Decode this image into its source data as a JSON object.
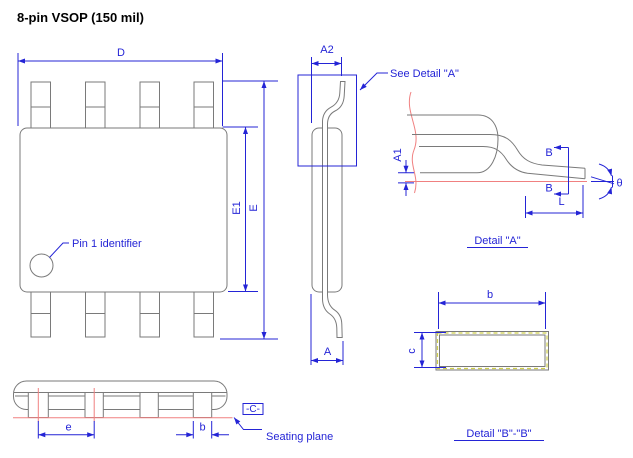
{
  "title": "8-pin VSOP (150 mil)",
  "colors": {
    "blue": "#2424d6",
    "gray": "#7a7a7a",
    "red": "#f08080",
    "hatch": "#cfcf4a",
    "background": "#ffffff",
    "text": "#000000"
  },
  "top_view": {
    "dim_d": "D",
    "dim_e1": "E1",
    "dim_e": "E",
    "pin1_note": "Pin 1 identifier"
  },
  "side_view": {
    "dim_a2": "A2",
    "dim_a": "A",
    "see_detail_note": "See Detail \"A\""
  },
  "detail_a": {
    "dim_a1": "A1",
    "dim_b_top": "B",
    "dim_b_bottom": "B",
    "dim_l": "L",
    "dim_theta": "θ",
    "caption": "Detail \"A\""
  },
  "detail_b": {
    "dim_b": "b",
    "dim_c": "c",
    "caption": "Detail \"B\"-\"B\""
  },
  "bottom_view": {
    "dim_e": "e",
    "dim_b": "b",
    "datum": "-C-",
    "seating_note": "Seating plane"
  }
}
